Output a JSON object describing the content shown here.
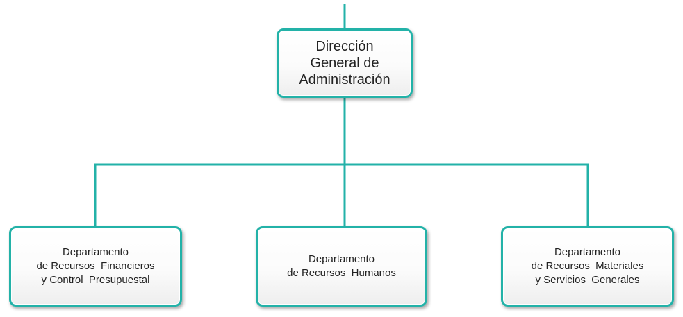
{
  "colors": {
    "connector": "#23b2a8",
    "node_border": "#23b2a8",
    "node_fill": "#ffffff",
    "text": "#222222"
  },
  "org_chart": {
    "root": {
      "lines": [
        "Dirección",
        "General de",
        "Administración"
      ]
    },
    "children": [
      {
        "lines": [
          "Departamento",
          "de Recursos  Financieros",
          "y Control  Presupuestal"
        ]
      },
      {
        "lines": [
          "Departamento",
          "de Recursos  Humanos"
        ]
      },
      {
        "lines": [
          "Departamento",
          "de Recursos  Materiales",
          "y Servicios  Generales"
        ]
      }
    ]
  }
}
